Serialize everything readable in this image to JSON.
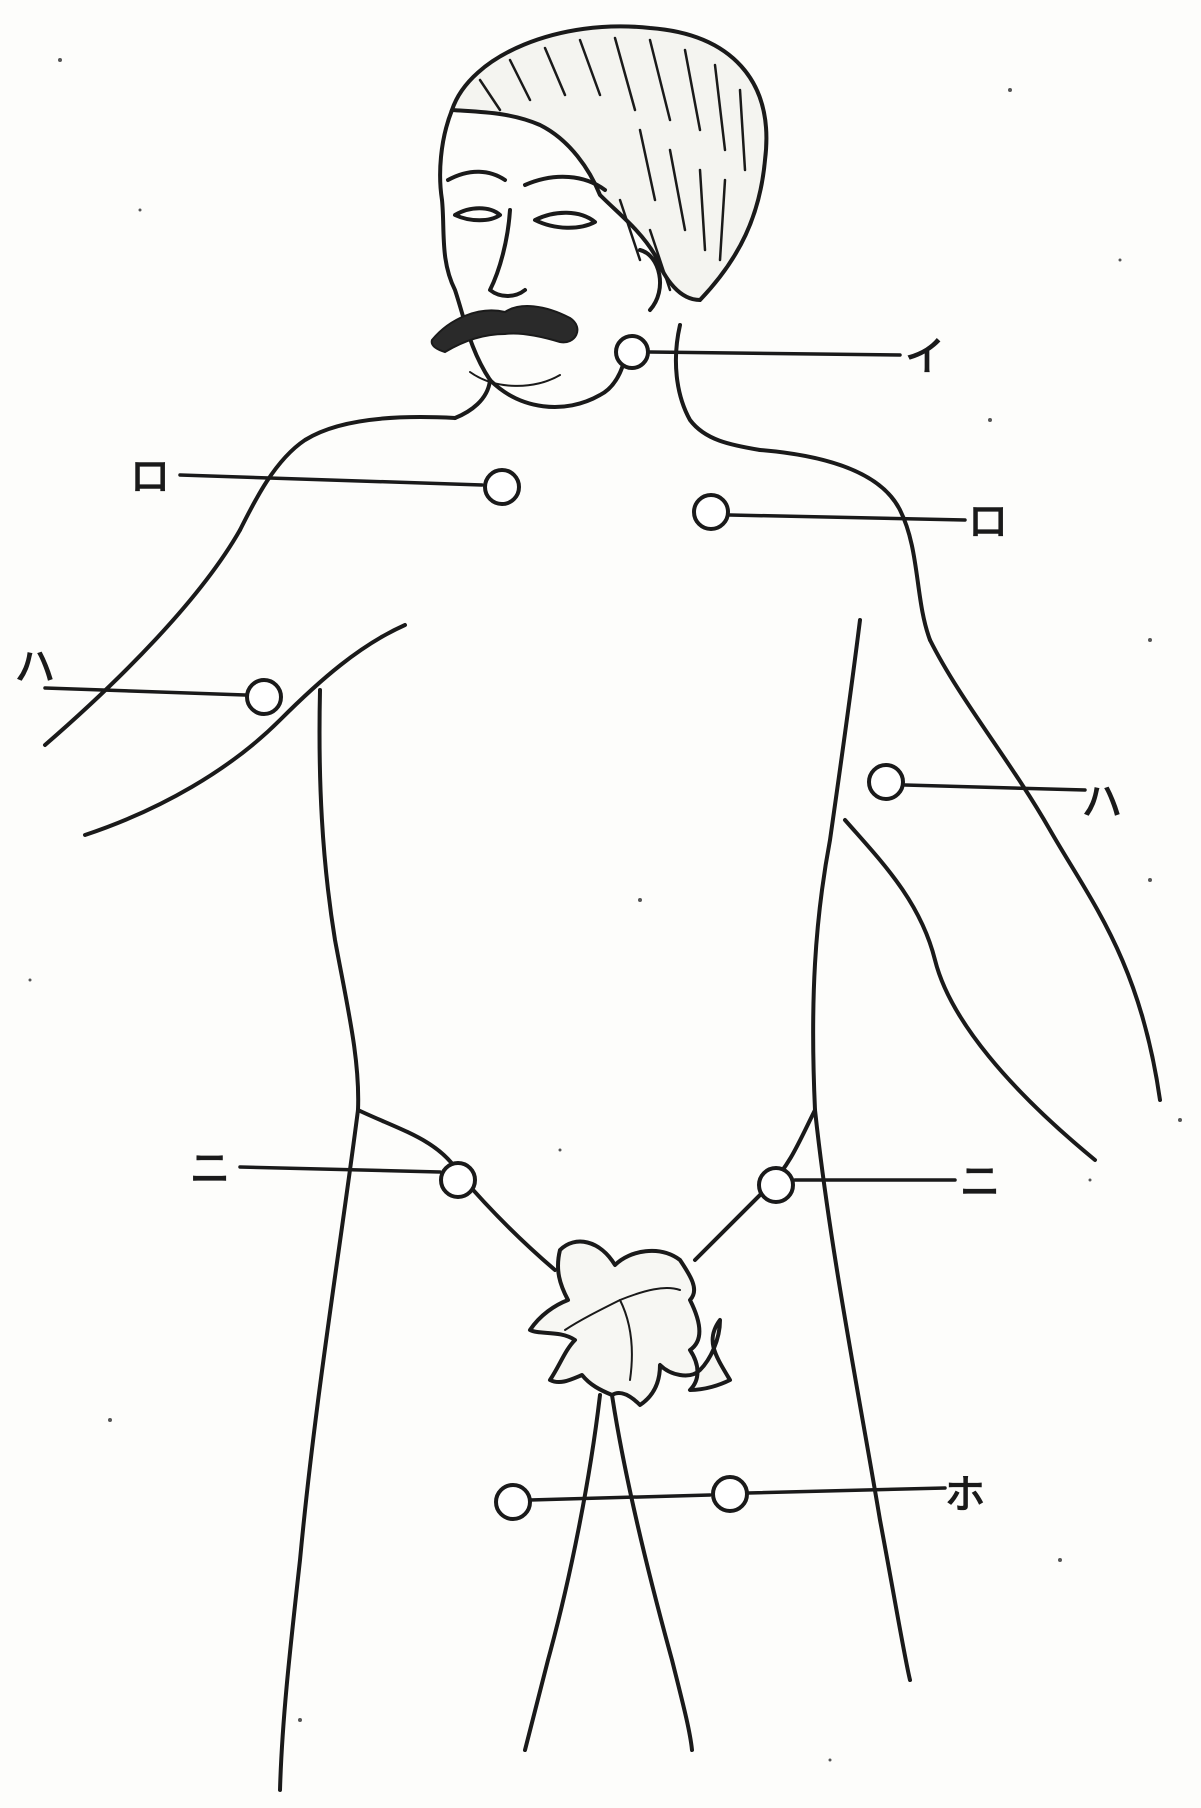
{
  "diagram": {
    "points": [
      {
        "id": "i",
        "label": "イ"
      },
      {
        "id": "ro-r",
        "label": "ロ"
      },
      {
        "id": "ro-l",
        "label": "ロ"
      },
      {
        "id": "ha-r",
        "label": "ハ"
      },
      {
        "id": "ha-l",
        "label": "ハ"
      },
      {
        "id": "ni-r",
        "label": "ニ"
      },
      {
        "id": "ni-l",
        "label": "ニ"
      },
      {
        "id": "ho",
        "label": "ホ"
      }
    ]
  }
}
